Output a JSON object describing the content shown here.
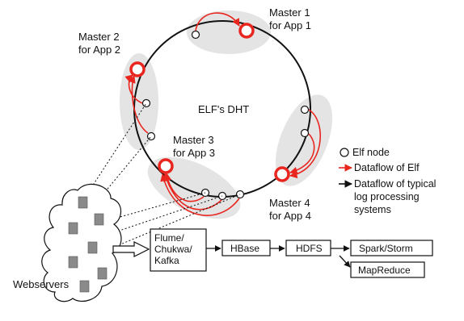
{
  "diagram": {
    "ring_label": "ELF's DHT",
    "masters": [
      {
        "line1": "Master 1",
        "line2": "for App 1"
      },
      {
        "line1": "Master 2",
        "line2": "for App 2"
      },
      {
        "line1": "Master 3",
        "line2": "for App 3"
      },
      {
        "line1": "Master 4",
        "line2": "for App 4"
      }
    ],
    "webservers_label": "Webservers",
    "pipeline": {
      "collector": {
        "line1": "Flume/",
        "line2": "Chukwa/",
        "line3": "Kafka"
      },
      "hbase": "HBase",
      "hdfs": "HDFS",
      "spark": "Spark/Storm",
      "mapreduce": "MapReduce"
    },
    "legend": {
      "node": "Elf node",
      "elf_flow": "Dataflow of Elf",
      "typical_line1": "Dataflow of typical",
      "typical_line2": "log processing",
      "typical_line3": "systems"
    },
    "colors": {
      "elf_flow": "#e8261f",
      "typical_flow": "#111111",
      "region_fill": "#e4e4e4",
      "server_fill": "#8a8a8a"
    }
  }
}
